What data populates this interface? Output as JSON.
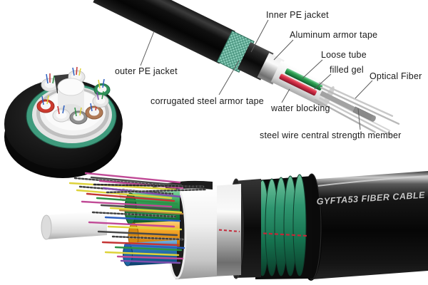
{
  "diagram": {
    "labels": [
      {
        "id": "inner-pe-jacket",
        "text": "Inner PE jacket"
      },
      {
        "id": "aluminum-armor-tape",
        "text": "Aluminum armor tape"
      },
      {
        "id": "loose-tube",
        "text": "Loose tube"
      },
      {
        "id": "filled-gel",
        "text": "filled gel"
      },
      {
        "id": "optical-fiber",
        "text": "Optical Fiber"
      },
      {
        "id": "outer-pe-jacket",
        "text": "outer PE jacket"
      },
      {
        "id": "corrugated-steel-armor-tape",
        "text": "corrugated steel armor tape"
      },
      {
        "id": "water-blocking",
        "text": "water blocking"
      },
      {
        "id": "steel-wire-central-strength-member",
        "text": "steel wire central strength member"
      }
    ],
    "cable_print": {
      "text": "GYFTA53 FIBER CABLE"
    },
    "colors": {
      "label_text": "#1a1a1a",
      "leader_line": "#5a5a5a",
      "jacket_black": "#0c0c0c",
      "corrugated_armor_teal": "#8ecfbc",
      "armor_coil_green": "#2f9670",
      "ripcord_red": "#c22838",
      "aluminum_silver": "#c9c9c9",
      "loose_tube_green": "#2f9e52",
      "loose_tube_red": "#d8304a",
      "loose_tube_orange": "#f5a728",
      "loose_tube_blue": "#2d77b5",
      "cross_section_tube_red": "#cc3a2e",
      "cross_section_tube_brown": "#b07a56",
      "cross_section_tube_gray": "#8f8f8f",
      "fiber_strand_colors": [
        "#c04a96",
        "#ddd23a",
        "#4a4a4a",
        "#c43434",
        "#2e9247",
        "#2d5fc0",
        "#7e4fae",
        "#b5803f",
        "#d9d9d9"
      ]
    }
  }
}
